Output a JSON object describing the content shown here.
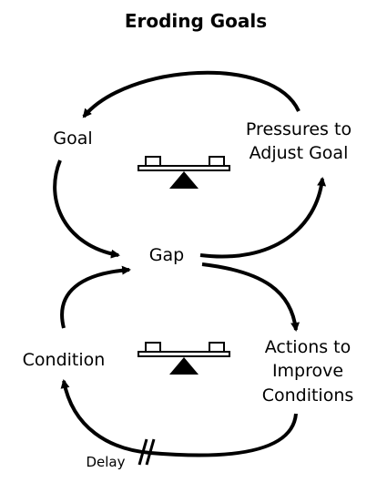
{
  "diagram": {
    "title": "Eroding Goals",
    "nodes": {
      "goal": "Goal",
      "pressures_line1": "Pressures to",
      "pressures_line2": "Adjust Goal",
      "gap": "Gap",
      "condition": "Condition",
      "actions_line1": "Actions to",
      "actions_line2": "Improve",
      "actions_line3": "Conditions"
    },
    "delay_label": "Delay",
    "loop_symbols": [
      {
        "loop": "upper",
        "type": "balancing",
        "icon": "balance-scale-icon"
      },
      {
        "loop": "lower",
        "type": "balancing",
        "icon": "balance-scale-icon"
      }
    ],
    "colors": {
      "stroke": "#000000",
      "background": "#ffffff"
    }
  }
}
